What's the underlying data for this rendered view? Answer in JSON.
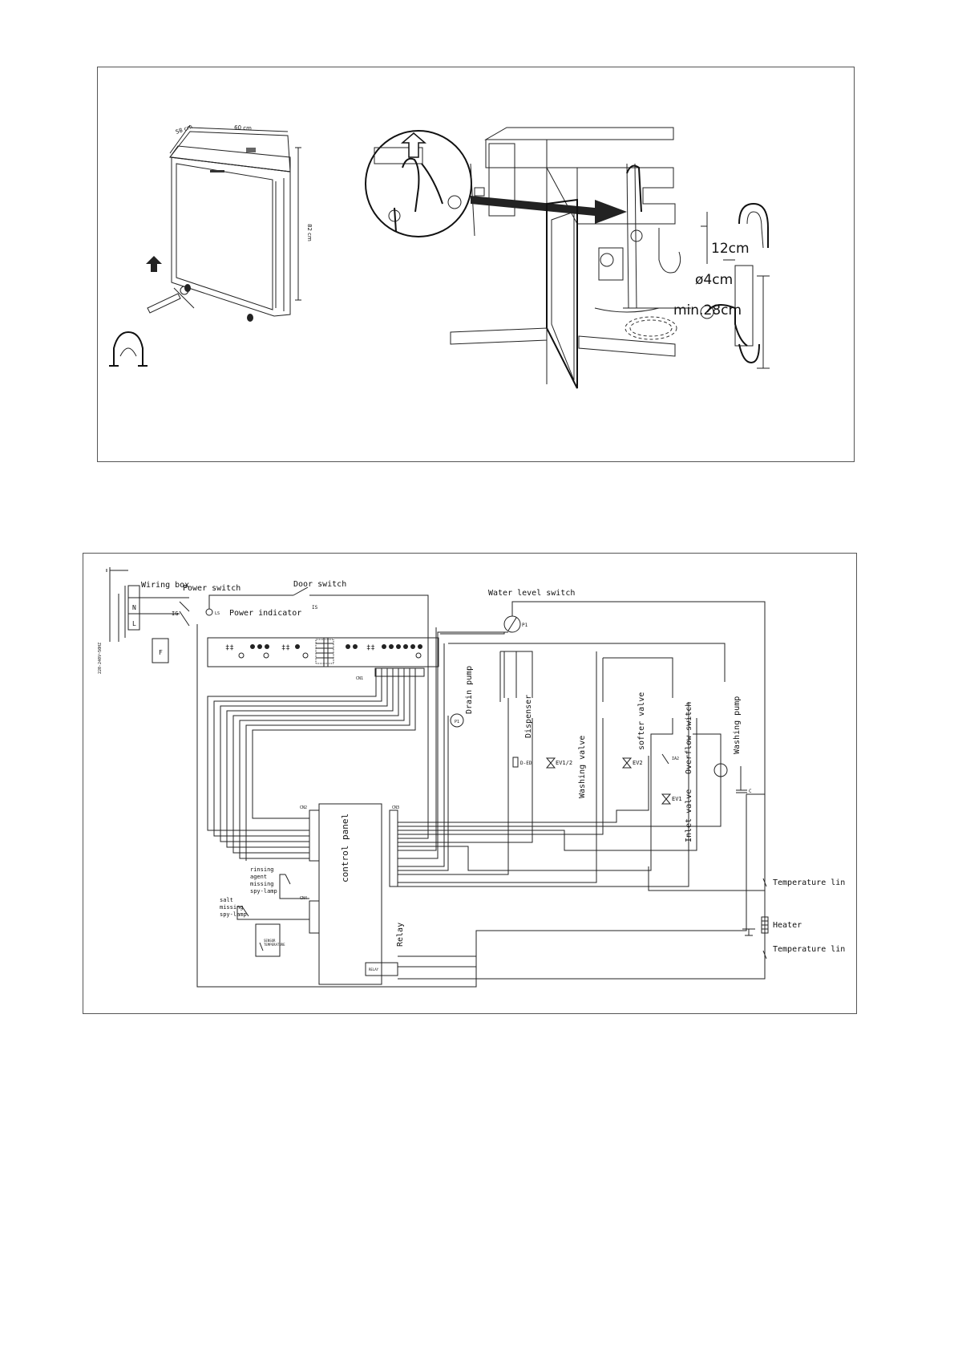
{
  "installation": {
    "cabinet_width_label": "60 cm",
    "cabinet_depth_label": "58 cm",
    "cabinet_height_label": "82 cm",
    "hose_height_label": "12cm",
    "hose_diameter_label": "ø4cm",
    "min_height_label": "min.28cm"
  },
  "wiring": {
    "wiring_box": "Wiring box",
    "power_switch": "Power switch",
    "power_indicator": "Power indicator",
    "door_switch": "Door switch",
    "water_level_switch": "Water level switch",
    "drain_pump": "Drain pump",
    "dispenser": "Dispenser",
    "washing_valve": "Washing valve",
    "softer_valve": "softer valve",
    "overflow_switch": "Overflow switch",
    "inlet_valve": "Inlet valve",
    "washing_pump": "Washing pump",
    "control_panel": "control panel",
    "relay": "Relay",
    "relay_box": "RELAY",
    "temperature_limit_top": "Temperature lin",
    "heater": "Heater",
    "temperature_limit_bottom": "Temperature lin",
    "rinsing_agent": [
      "rinsing",
      "agent",
      "missing",
      "spy-lamp"
    ],
    "salt_missing": [
      "salt",
      "missing",
      "spy-lamp"
    ],
    "sensor_temperature": [
      "SENSOR",
      "TEMPERATURE"
    ],
    "voltage": "220-240V~50HZ",
    "fuse": "F",
    "n": "N",
    "l": "L",
    "ig": "IG",
    "is": "IS",
    "ls": "LS",
    "cn1": "CN1",
    "cn2": "CN2",
    "cn3": "CN3",
    "cn4": "CN4",
    "p1": "P1",
    "d_ed": "D-ED",
    "ev12": "EV1/2",
    "ev2": "EV2",
    "ev1": "EV1",
    "ia2": "IA2",
    "c": "C"
  }
}
